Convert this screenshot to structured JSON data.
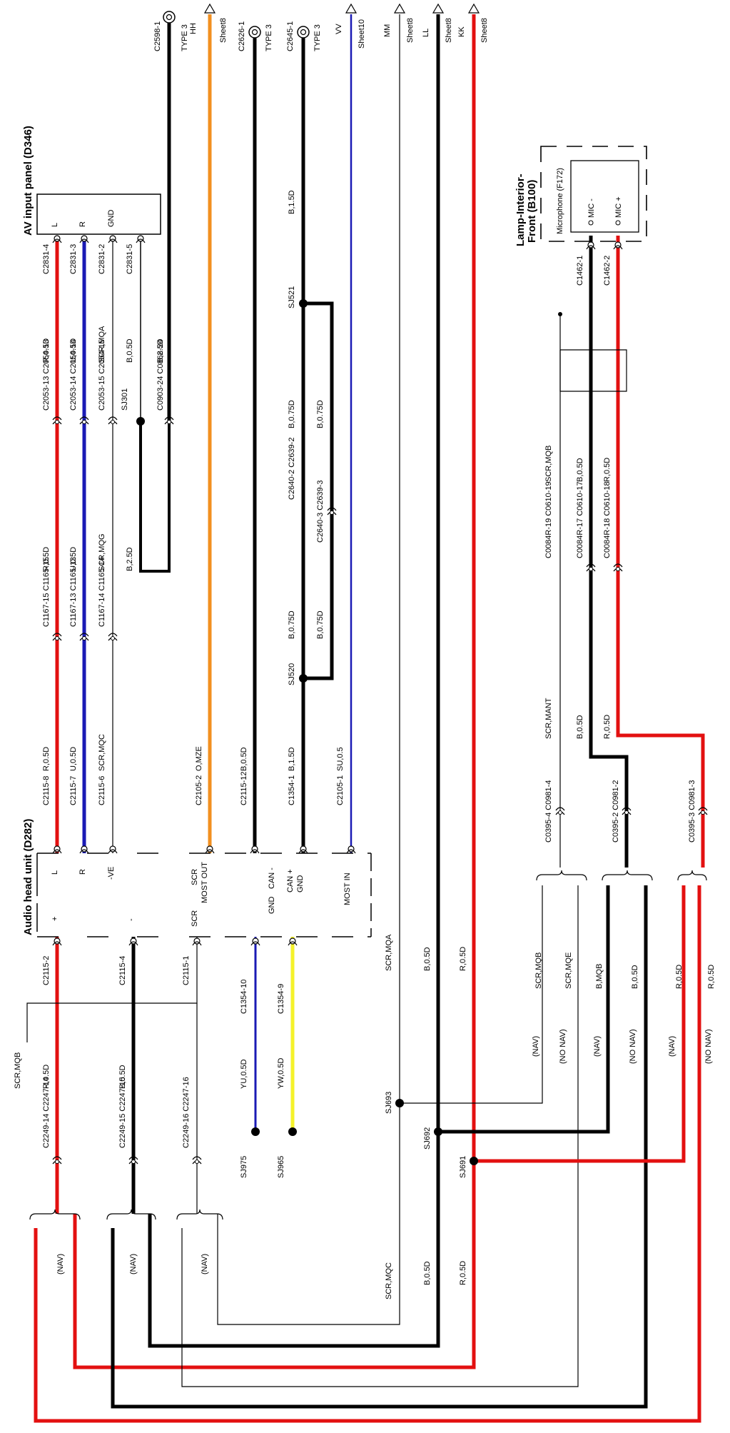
{
  "components": {
    "av_panel": "AV input panel (D346)",
    "head_unit": "Audio head unit (D282)",
    "lamp": "Lamp-Interior-Front (B100)",
    "lamp_line1": "Lamp-Interior-",
    "lamp_line2": "Front (B100)",
    "microphone": "Microphone (F172)"
  },
  "av_pins": [
    "L",
    "R",
    "GND"
  ],
  "hu_pins": [
    "L",
    "R",
    "-VE",
    "SCR",
    "MOST OUT",
    "CAN -",
    "GND",
    "CAN +",
    "GND",
    "MOST IN",
    "+",
    "-",
    "SCR"
  ],
  "mic_pins": [
    "MIC -",
    "MIC +"
  ],
  "top_connectors": [
    {
      "id": "C2598-1",
      "type": "TYPE 3",
      "ref": "HH",
      "sheet": "Sheet8"
    },
    {
      "id": "C2626-1",
      "type": "TYPE 3",
      "ref": "",
      "sheet": ""
    },
    {
      "id": "C2645-1",
      "type": "TYPE 3",
      "ref": "VV",
      "sheet": "Sheet10"
    },
    {
      "id": "",
      "type": "",
      "ref": "MM",
      "sheet": "Sheet8"
    },
    {
      "id": "",
      "type": "",
      "ref": "LL",
      "sheet": "Sheet8"
    },
    {
      "id": "",
      "type": "",
      "ref": "KK",
      "sheet": "Sheet8"
    }
  ],
  "connectors": [
    "C2831-4",
    "C2831-3",
    "C2831-2",
    "C2831-5",
    "C2053-13",
    "C2054-13",
    "C2053-14",
    "C2054-14",
    "C2053-15",
    "C2054-15",
    "SJ301",
    "C0903-24",
    "C0868-24",
    "C1167-15",
    "C1165-15",
    "C1167-13",
    "C1165-13",
    "C1167-14",
    "C1165-14",
    "C2115-8",
    "C2115-7",
    "C2115-6",
    "C2105-2",
    "C2115-12",
    "C1354-1",
    "C2105-1",
    "C2115-2",
    "C2115-4",
    "C2115-1",
    "C1354-10",
    "C1354-9",
    "C2249-14",
    "C2247-14",
    "C2249-15",
    "C2247-15",
    "C2249-16",
    "C2247-16",
    "SJ975",
    "SJ965",
    "SJ693",
    "SJ692",
    "SJ691",
    "SJ521",
    "SJ520",
    "C2640-2",
    "C2639-2",
    "C2640-3",
    "C2639-3",
    "C1462-1",
    "C1462-2",
    "C0084R-19",
    "C0610-19",
    "C0084R-17",
    "C0610-17",
    "C0084R-18",
    "C0610-18",
    "C0395-4",
    "C0981-4",
    "C0395-2",
    "C0981-2",
    "C0395-3",
    "C0981-3"
  ],
  "wires": [
    "R,0.5D",
    "U,0.5D",
    "SCR,MQA",
    "B,0.5D",
    "B,2.5D",
    "R,0.5D",
    "U,0.5D",
    "SCR,MQG",
    "B,2.5D",
    "R,0.5D",
    "U,0.5D",
    "SCR,MQC",
    "O,MZE",
    "B,0.5D",
    "B,1.5D",
    "SU,0.5",
    "B,1.5D",
    "B,0.75D",
    "B,0.75D",
    "B,0.75D",
    "B,0.75D",
    "SCR,MQB",
    "R,0.5D",
    "B,0.5D",
    "YU,0.5D",
    "YW,0.5D",
    "SCR,MQA",
    "B,0.5D",
    "R,0.5D",
    "SCR,MQC",
    "B,0.5D",
    "R,0.5D",
    "SCR,MQB",
    "B,0.5D",
    "R,0.5D",
    "SCR,MANT",
    "B,0.5D",
    "R,0.5D",
    "SCR,MQB",
    "SCR,MQE",
    "B,MQB",
    "B,0.5D",
    "R,0.5D",
    "R,0.5D"
  ],
  "options": [
    "(NAV)",
    "(NAV)",
    "(NAV)",
    "(NAV)",
    "(NO NAV)",
    "(NAV)",
    "(NO NAV)",
    "(NAV)",
    "(NO NAV)"
  ],
  "colors": {
    "red": "#e31010",
    "blue": "#1a1ab5",
    "black": "#000000",
    "orange": "#f29020",
    "yellow": "#f5f22a",
    "thin": "#000000"
  }
}
